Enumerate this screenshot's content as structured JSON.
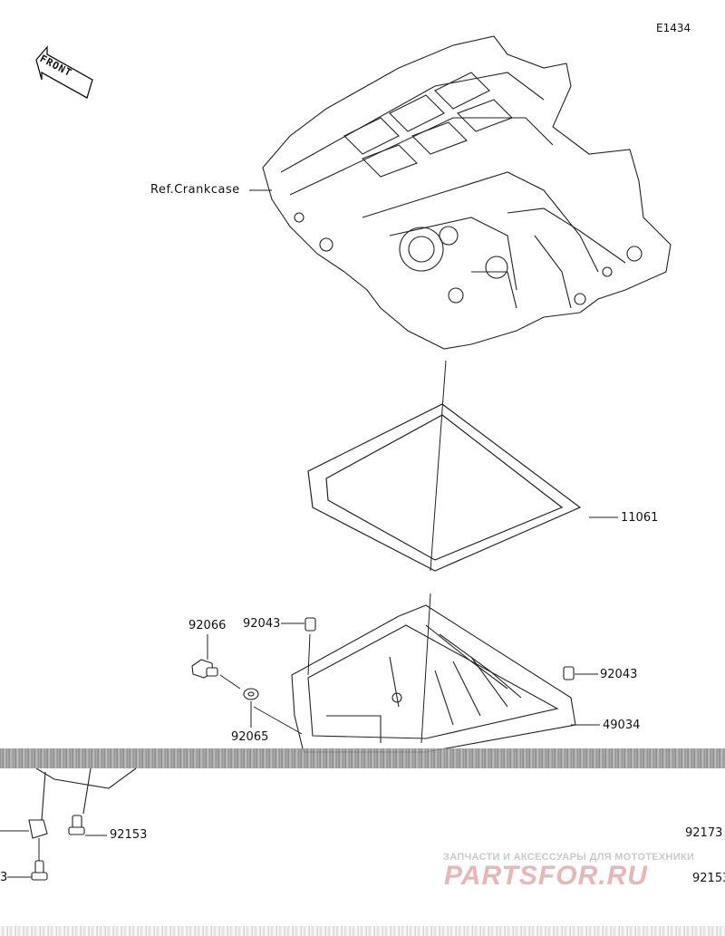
{
  "diagram_code": "E1434",
  "front_label": "FRONT",
  "ref_label": "Ref.Crankcase",
  "parts": {
    "gasket": "11061",
    "plug_bolt": "92066",
    "dowel_left": "92043",
    "dowel_right": "92043",
    "washer": "92065",
    "oil_pan": "49034",
    "bolt_mid": "92153",
    "bolt_right_upper": "92173",
    "bolt_right_lower": "92153",
    "bolt_left_cut": "3"
  },
  "watermark": {
    "tagline": "ЗАПЧАСТИ И АКСЕССУАРЫ ДЛЯ МОТОТЕХНИКИ",
    "brand": "PARTSFOR.RU"
  }
}
